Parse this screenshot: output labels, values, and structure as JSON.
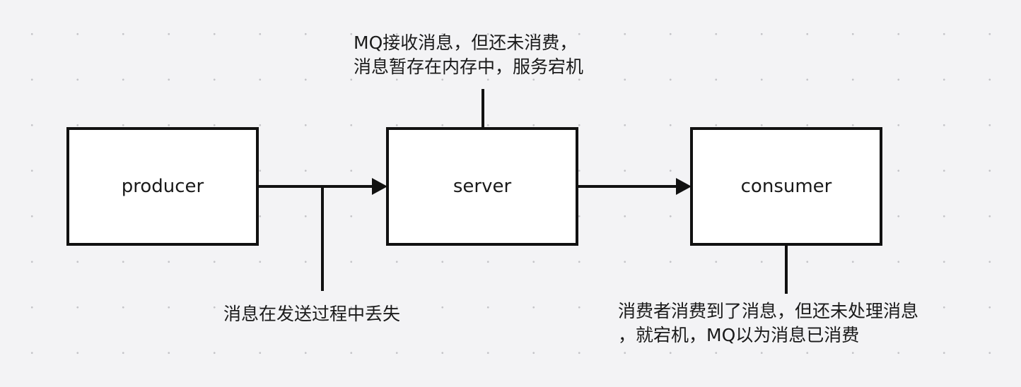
{
  "nodes": {
    "producer": {
      "label": "producer"
    },
    "server": {
      "label": "server"
    },
    "consumer": {
      "label": "consumer"
    }
  },
  "annotations": {
    "server_note": {
      "line1": "MQ接收消息，但还未消费，",
      "line2": "消息暂存在内存中，服务宕机"
    },
    "transit_note": {
      "line1": "消息在发送过程中丢失"
    },
    "consumer_note": {
      "line1": "消费者消费到了消息，但还未处理消息",
      "line2": "，就宕机，MQ以为消息已消费"
    }
  },
  "colors": {
    "background": "#f3f3f5",
    "stroke": "#111111",
    "node_fill": "#ffffff",
    "text": "#1a1a1a"
  }
}
